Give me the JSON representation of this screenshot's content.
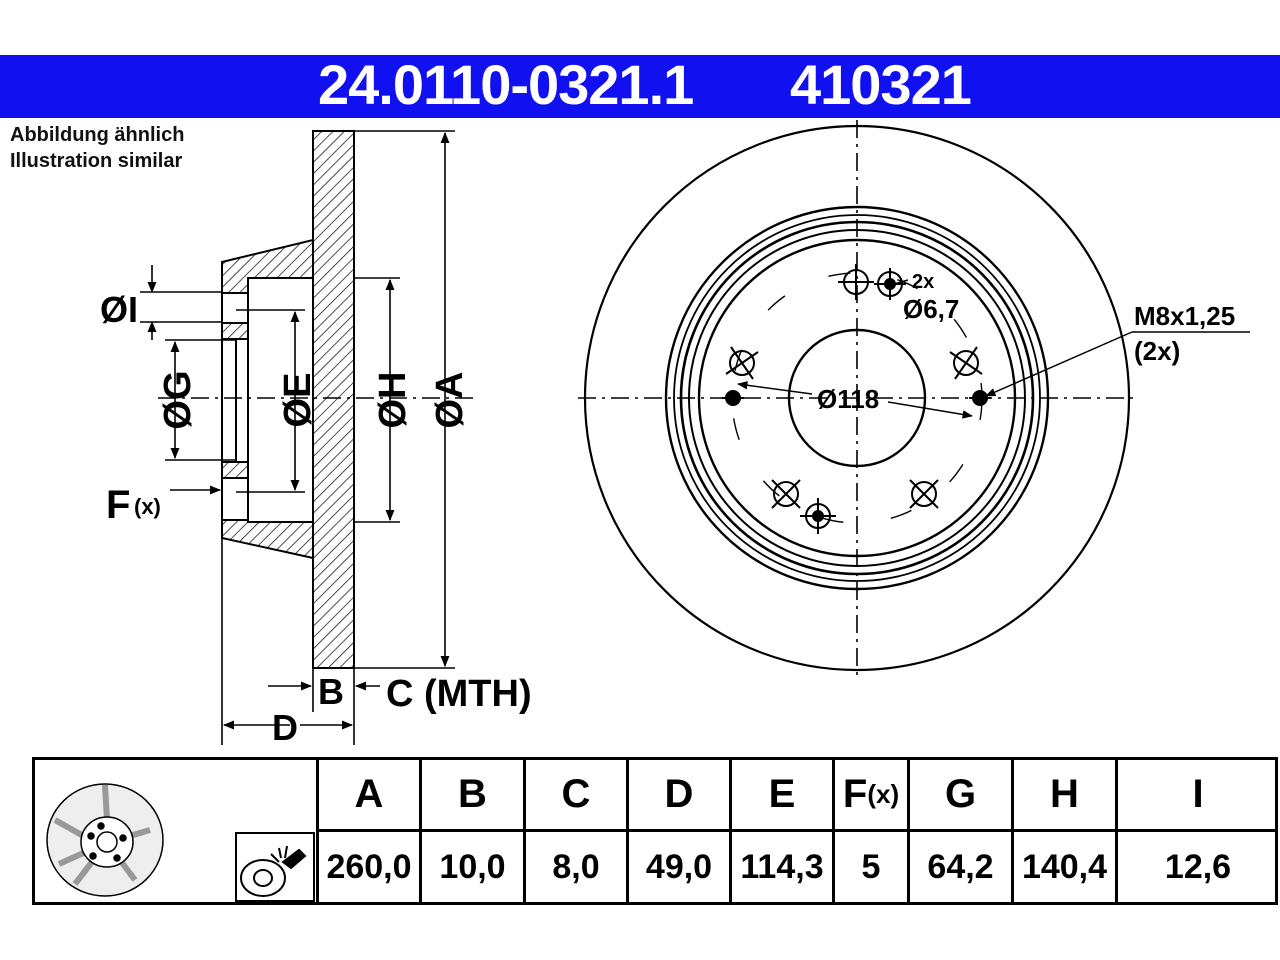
{
  "header": {
    "part_number": "24.0110-0321.1",
    "reference_number": "410321",
    "background_color": "#1010f0"
  },
  "note": {
    "line_de": "Abbildung ähnlich",
    "line_en": "Illustration similar"
  },
  "drawing_labels": {
    "dia_i": "ØI",
    "dia_g": "ØG",
    "dia_e": "ØE",
    "dia_h": "ØH",
    "dia_a": "ØA",
    "f": "F",
    "f_sub": "(x)",
    "b": "B",
    "c": "C (MTH)",
    "d": "D",
    "bolt_circle": "Ø118",
    "hole_count": "2x",
    "hole_dia": "Ø6,7",
    "thread": "M8x1,25",
    "thread_count": "(2x)"
  },
  "spec_table": {
    "icons": [
      "brake-disc-icon",
      "cleaning-spray-icon"
    ],
    "columns": [
      {
        "header": "A",
        "value": "260,0"
      },
      {
        "header": "B",
        "value": "10,0"
      },
      {
        "header": "C",
        "value": "8,0"
      },
      {
        "header": "D",
        "value": "49,0"
      },
      {
        "header": "E",
        "value": "114,3"
      },
      {
        "header": "F",
        "header_sub": "(x)",
        "value": "5"
      },
      {
        "header": "G",
        "value": "64,2"
      },
      {
        "header": "H",
        "value": "140,4"
      },
      {
        "header": "I",
        "value": "12,6"
      }
    ]
  }
}
